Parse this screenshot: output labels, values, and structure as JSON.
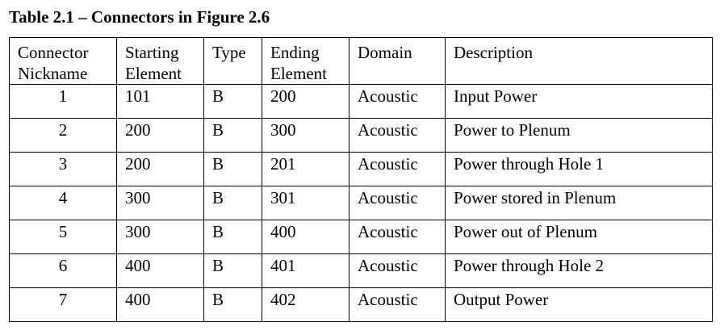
{
  "caption": "Table 2.1 – Connectors in Figure 2.6",
  "columns": [
    {
      "line1": "Connector",
      "line2": "Nickname"
    },
    {
      "line1": "Starting",
      "line2": "Element"
    },
    {
      "line1": "Type",
      "line2": ""
    },
    {
      "line1": "Ending",
      "line2": "Element"
    },
    {
      "line1": "Domain",
      "line2": ""
    },
    {
      "line1": "Description",
      "line2": ""
    }
  ],
  "rows": [
    [
      "1",
      "101",
      "B",
      "200",
      "Acoustic",
      "Input Power"
    ],
    [
      "2",
      "200",
      "B",
      "300",
      "Acoustic",
      "Power to Plenum"
    ],
    [
      "3",
      "200",
      "B",
      "201",
      "Acoustic",
      "Power through Hole 1"
    ],
    [
      "4",
      "300",
      "B",
      "301",
      "Acoustic",
      "Power stored in Plenum"
    ],
    [
      "5",
      "300",
      "B",
      "400",
      "Acoustic",
      "Power out of Plenum"
    ],
    [
      "6",
      "400",
      "B",
      "401",
      "Acoustic",
      "Power through Hole 2"
    ],
    [
      "7",
      "400",
      "B",
      "402",
      "Acoustic",
      "Output Power"
    ]
  ]
}
